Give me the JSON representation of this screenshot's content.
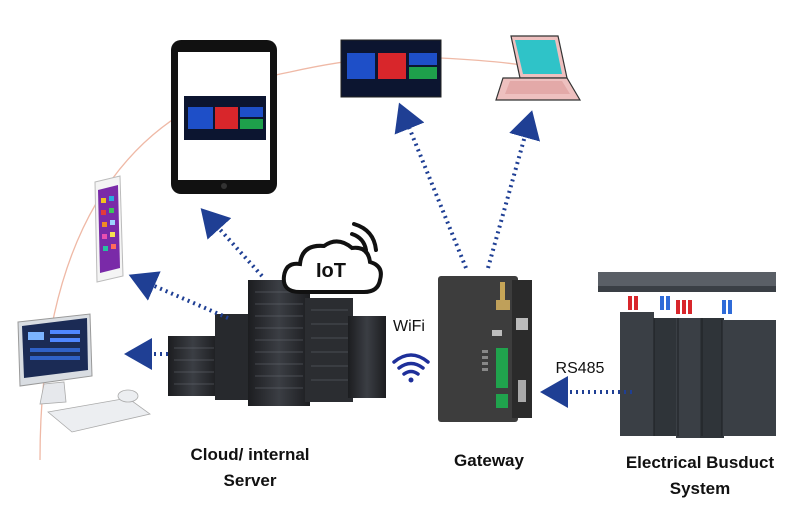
{
  "labels": {
    "iot": "IoT",
    "wifi": "WiFi",
    "rs485": "RS485",
    "cloud_line1": "Cloud/ internal",
    "cloud_line2": "Server",
    "gateway": "Gateway",
    "busduct_line1": "Electrical Busduct",
    "busduct_line2": "System"
  },
  "colors": {
    "arrow": "#1f3f94",
    "arc": "#efb9a6",
    "server": "#2b2d31",
    "gateway": "#3d3d3d",
    "cabinet": "#3a3f45",
    "cloud_outline": "#111111",
    "tile_blue": "#1e4fc8",
    "tile_red": "#d8262b",
    "tile_green": "#1ea04b",
    "laptop": "#eec0bf",
    "laptop_screen": "#2fc3c8"
  },
  "icons": [
    "cloud-iot-icon",
    "wifi-icon",
    "tablet-icon",
    "monitor-icon",
    "laptop-icon",
    "smartphone-icon",
    "desktop-computer-icon",
    "server-rack-icon",
    "gateway-device-icon",
    "busduct-cabinet-icon"
  ]
}
